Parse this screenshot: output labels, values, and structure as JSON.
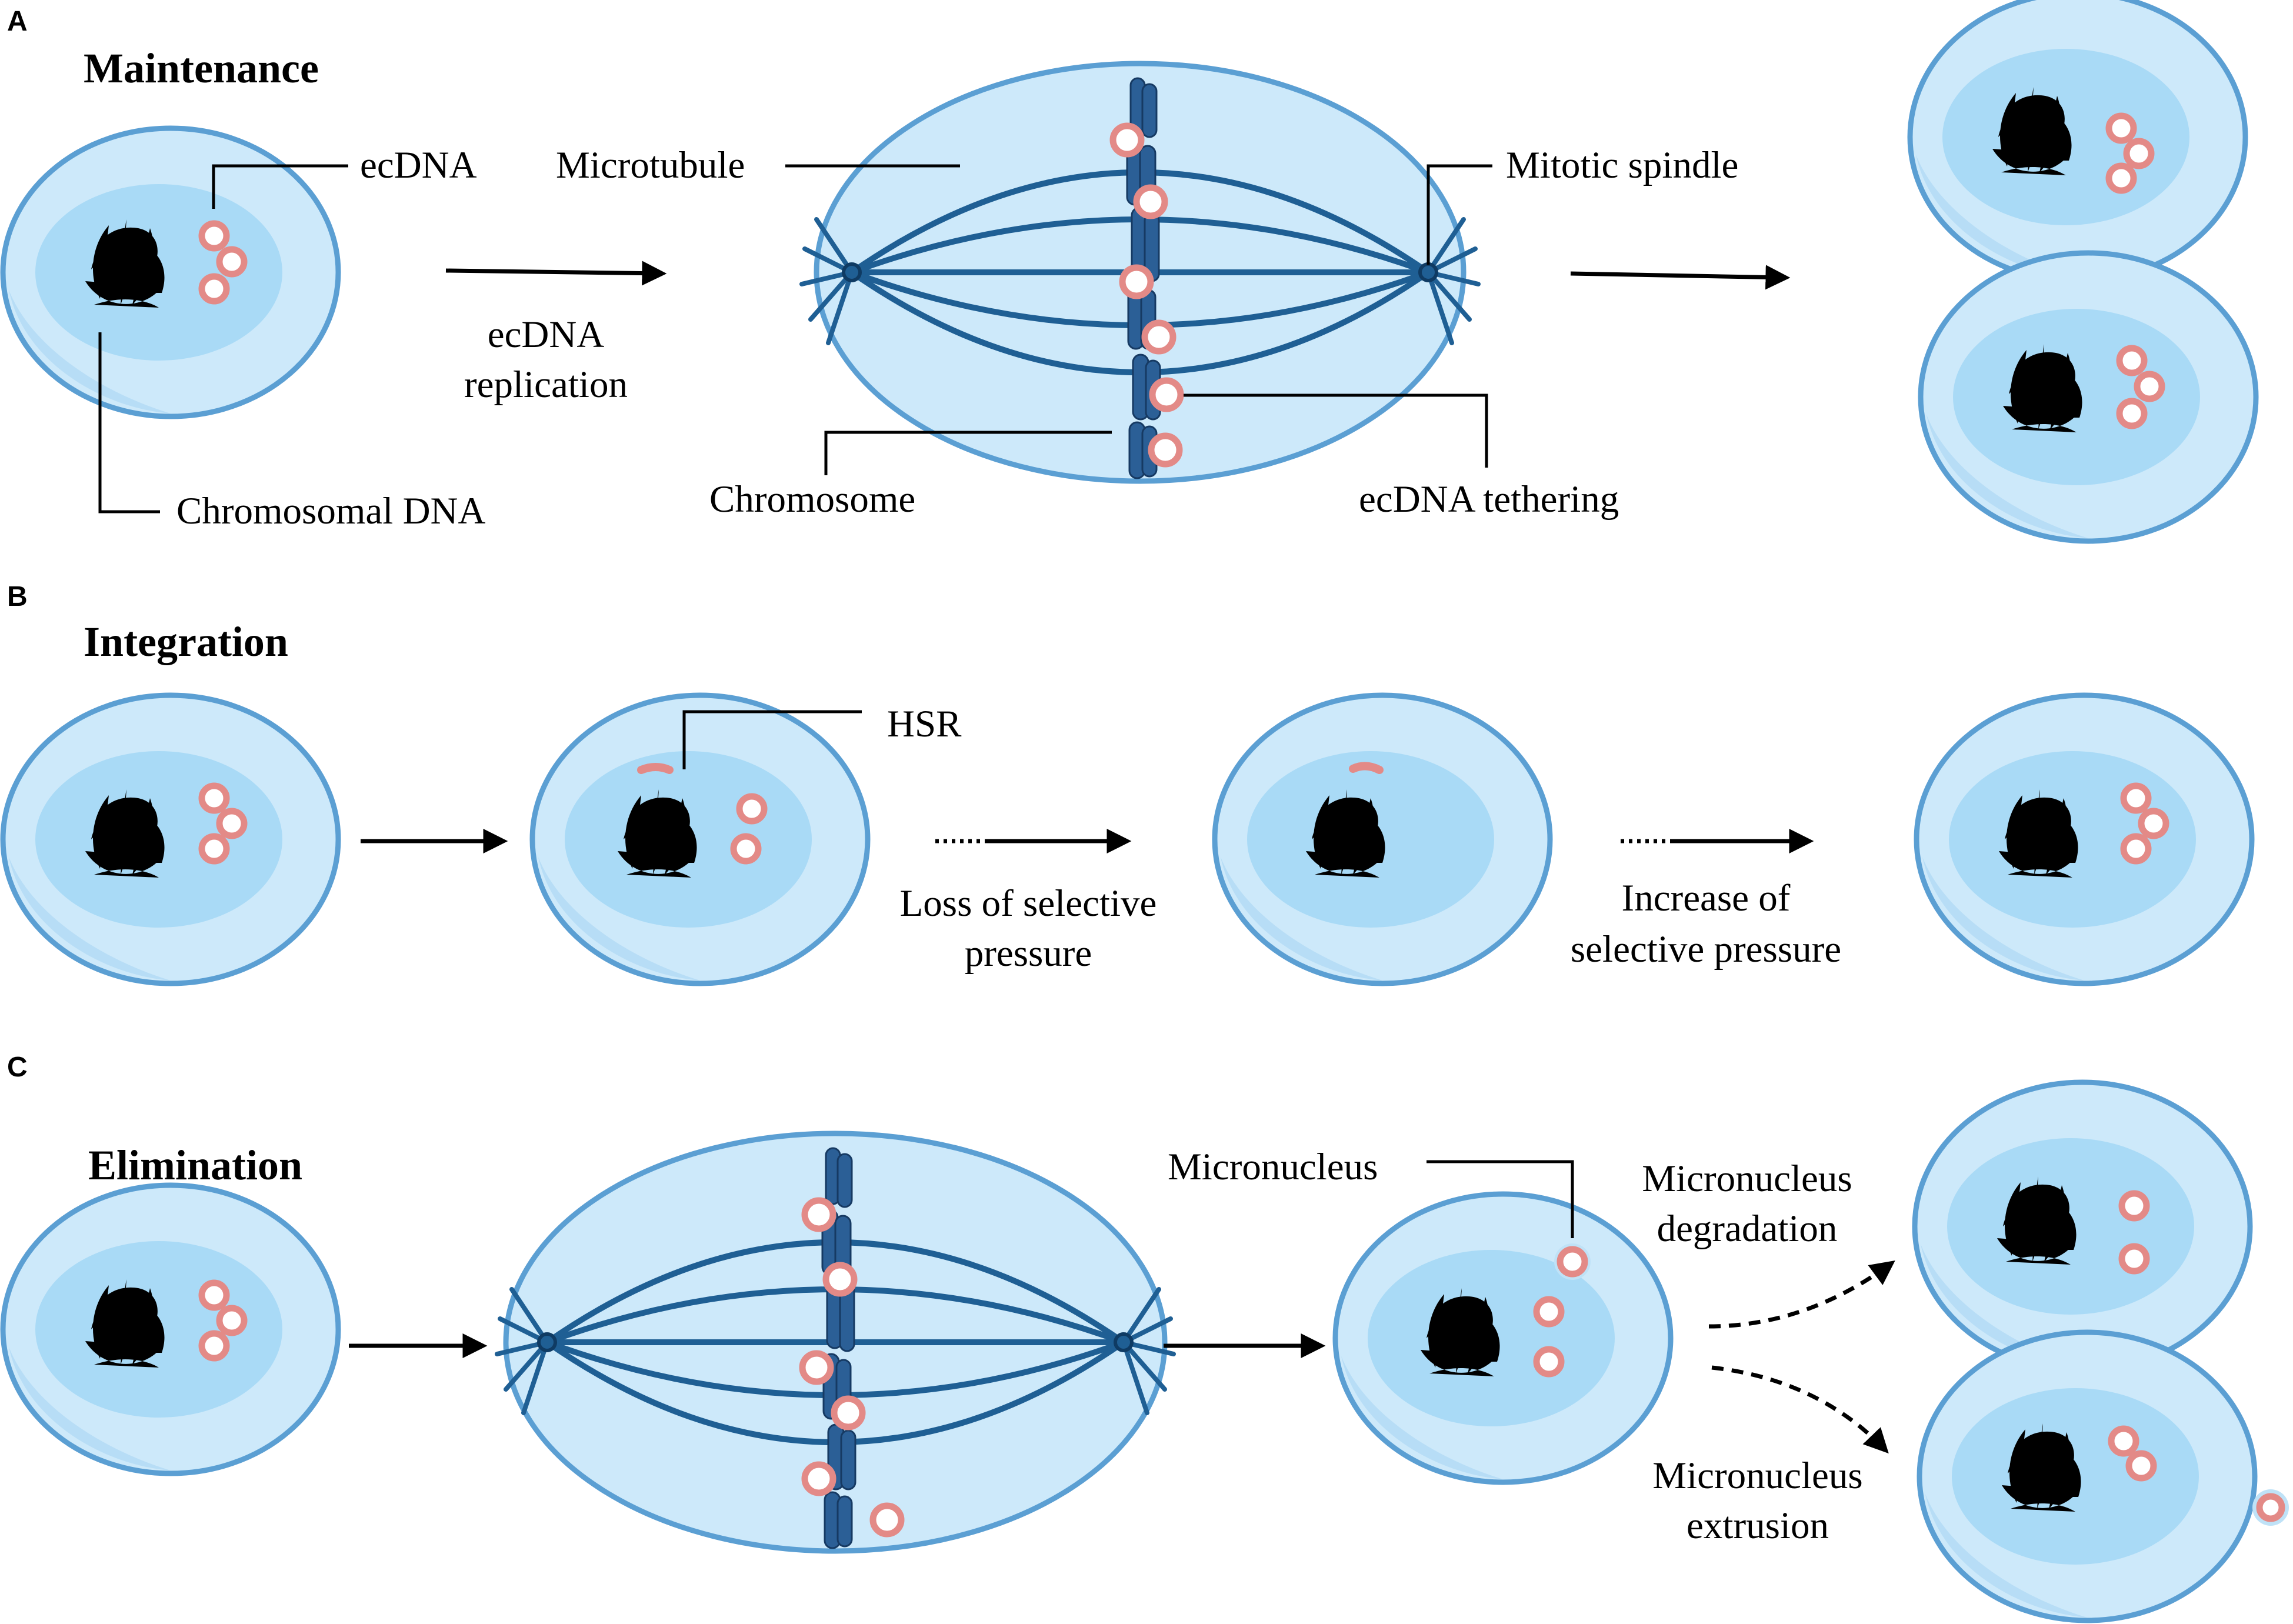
{
  "panels": [
    {
      "letter": "A",
      "title": "Maintenance",
      "labels": {
        "ecdna": "ecDNA",
        "chromosomal_dna": "Chromosomal DNA",
        "replication_line1": "ecDNA",
        "replication_line2": "replication",
        "microtubule": "Microtubule",
        "mitotic_spindle": "Mitotic spindle",
        "chromosome": "Chromosome",
        "ecdna_tethering": "ecDNA tethering"
      }
    },
    {
      "letter": "B",
      "title": "Integration",
      "labels": {
        "hsr": "HSR",
        "loss_line1": "Loss of selective",
        "loss_line2": "pressure",
        "increase_line1": "Increase of",
        "increase_line2": "selective pressure"
      }
    },
    {
      "letter": "C",
      "title": "Elimination",
      "labels": {
        "micronucleus": "Micronucleus",
        "degradation_line1": "Micronucleus",
        "degradation_line2": "degradation",
        "extrusion_line1": "Micronucleus",
        "extrusion_line2": "extrusion"
      }
    }
  ],
  "colors": {
    "cell_fill": "#cde9fa",
    "cell_outline": "#5b9fd3",
    "nucleus": "#a9daf6",
    "chromatin": "#1b3a5c",
    "ecdna_ring": "#e38a87",
    "spindle": "#1f5f94"
  }
}
